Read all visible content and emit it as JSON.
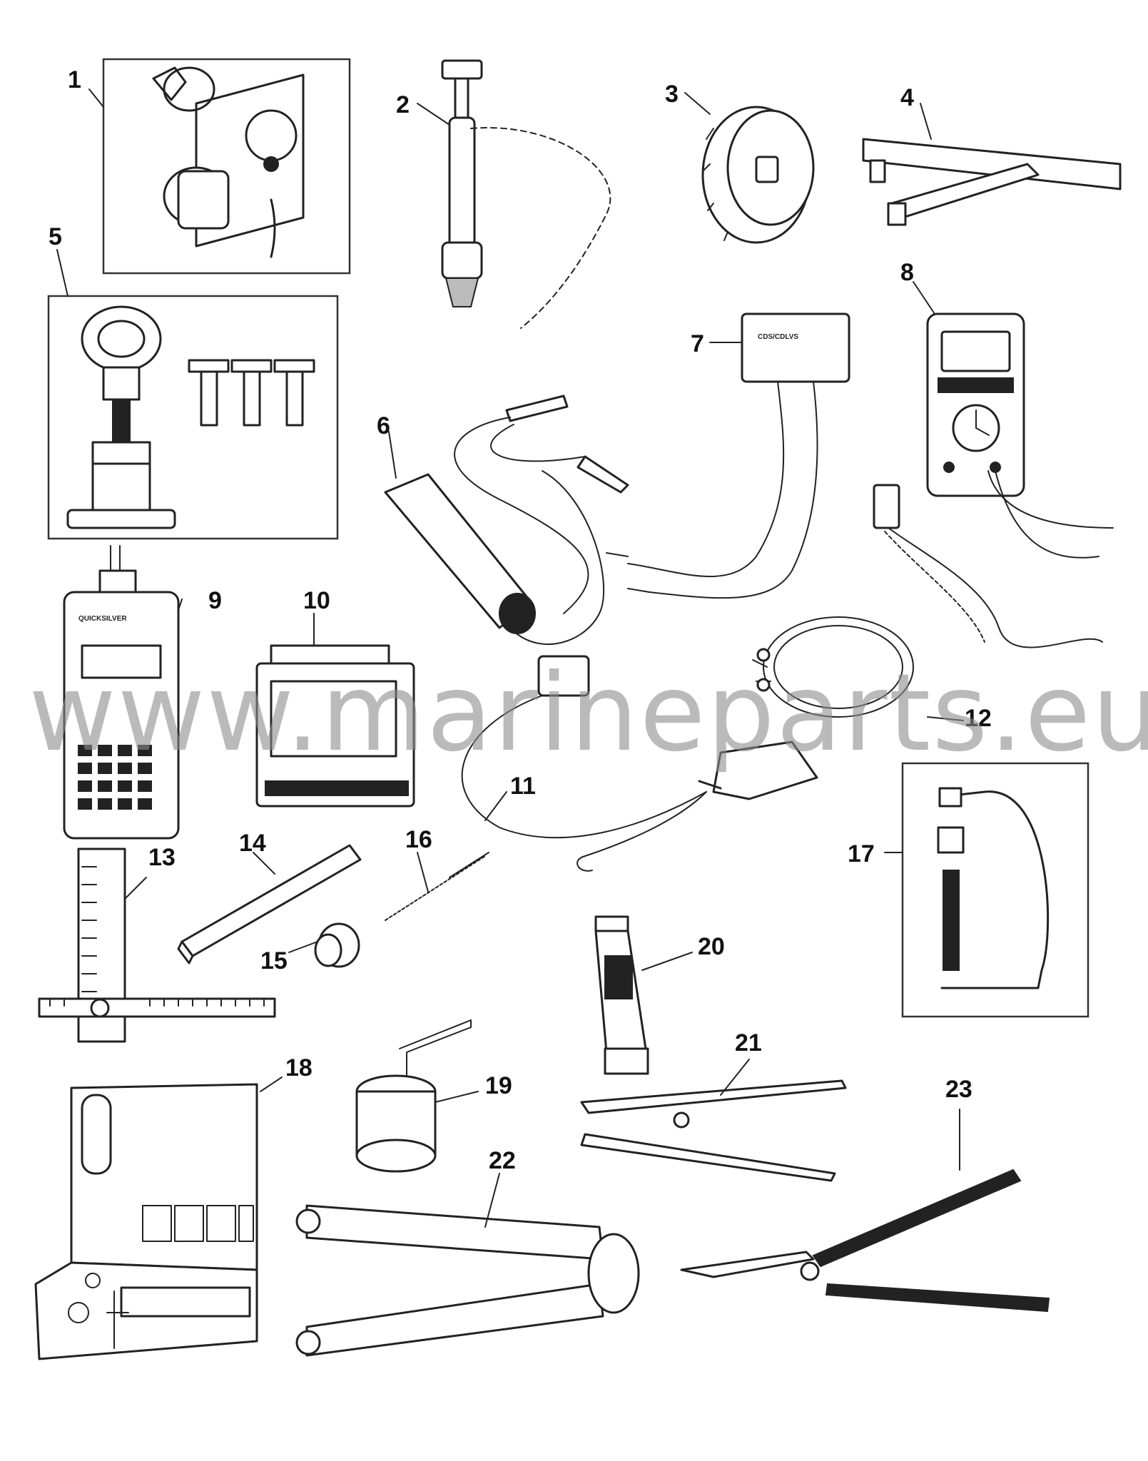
{
  "callouts": {
    "c1": "1",
    "c2": "2",
    "c3": "3",
    "c4": "4",
    "c5": "5",
    "c6": "6",
    "c7": "7",
    "c8": "8",
    "c9": "9",
    "c10": "10",
    "c11": "11",
    "c12": "12",
    "c13": "13",
    "c14": "14",
    "c15": "15",
    "c16": "16",
    "c17": "17",
    "c18": "18",
    "c19": "19",
    "c20": "20",
    "c21": "21",
    "c22": "22",
    "c23": "23"
  },
  "device_labels": {
    "box7": "CDS/CDLVS",
    "unit9": "QUICKSILVER"
  },
  "watermark": "www.marineparts.eu",
  "colors": {
    "ink": "#222222",
    "watermark": "#8c8c8c",
    "background": "#ffffff"
  }
}
